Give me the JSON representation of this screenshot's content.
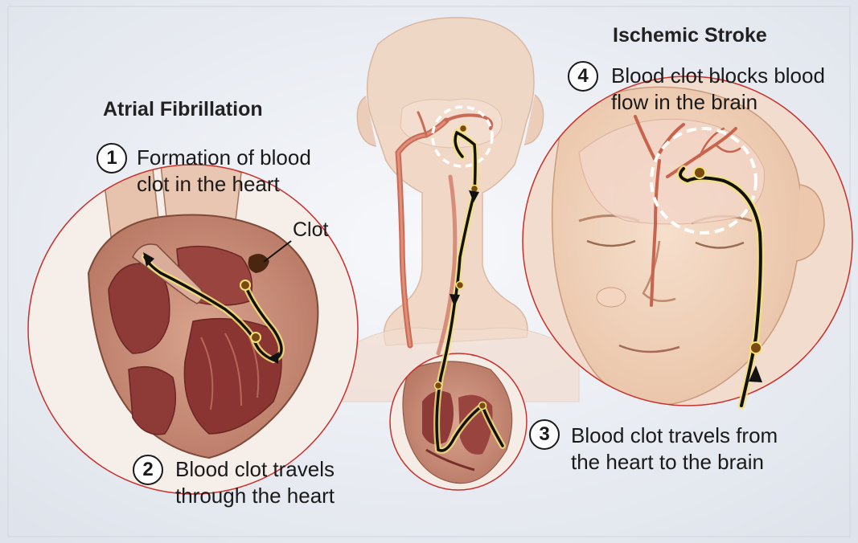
{
  "sections": {
    "left_title": "Atrial Fibrillation",
    "right_title": "Ischemic Stroke"
  },
  "steps": [
    {
      "num": "1",
      "line1": "Formation of blood",
      "line2": "clot in the heart"
    },
    {
      "num": "2",
      "line1": "Blood clot travels",
      "line2": "through the heart"
    },
    {
      "num": "3",
      "line1": "Blood clot travels from",
      "line2": "the heart to the brain"
    },
    {
      "num": "4",
      "line1": "Blood clot blocks blood",
      "line2": "flow in the brain"
    }
  ],
  "callout": {
    "clot_label": "Clot"
  },
  "colors": {
    "background": "#e9edf3",
    "circle_border": "#c9302c",
    "path_line": "#111111",
    "path_glow": "#f3e27a",
    "clot": "#7a4a12",
    "heart_muscle": "#8e3a36",
    "skin": "#f1d3bd",
    "artery": "#c8644e"
  },
  "icons": [
    "heart-illustration",
    "face-illustration",
    "head-neck-illustration"
  ]
}
